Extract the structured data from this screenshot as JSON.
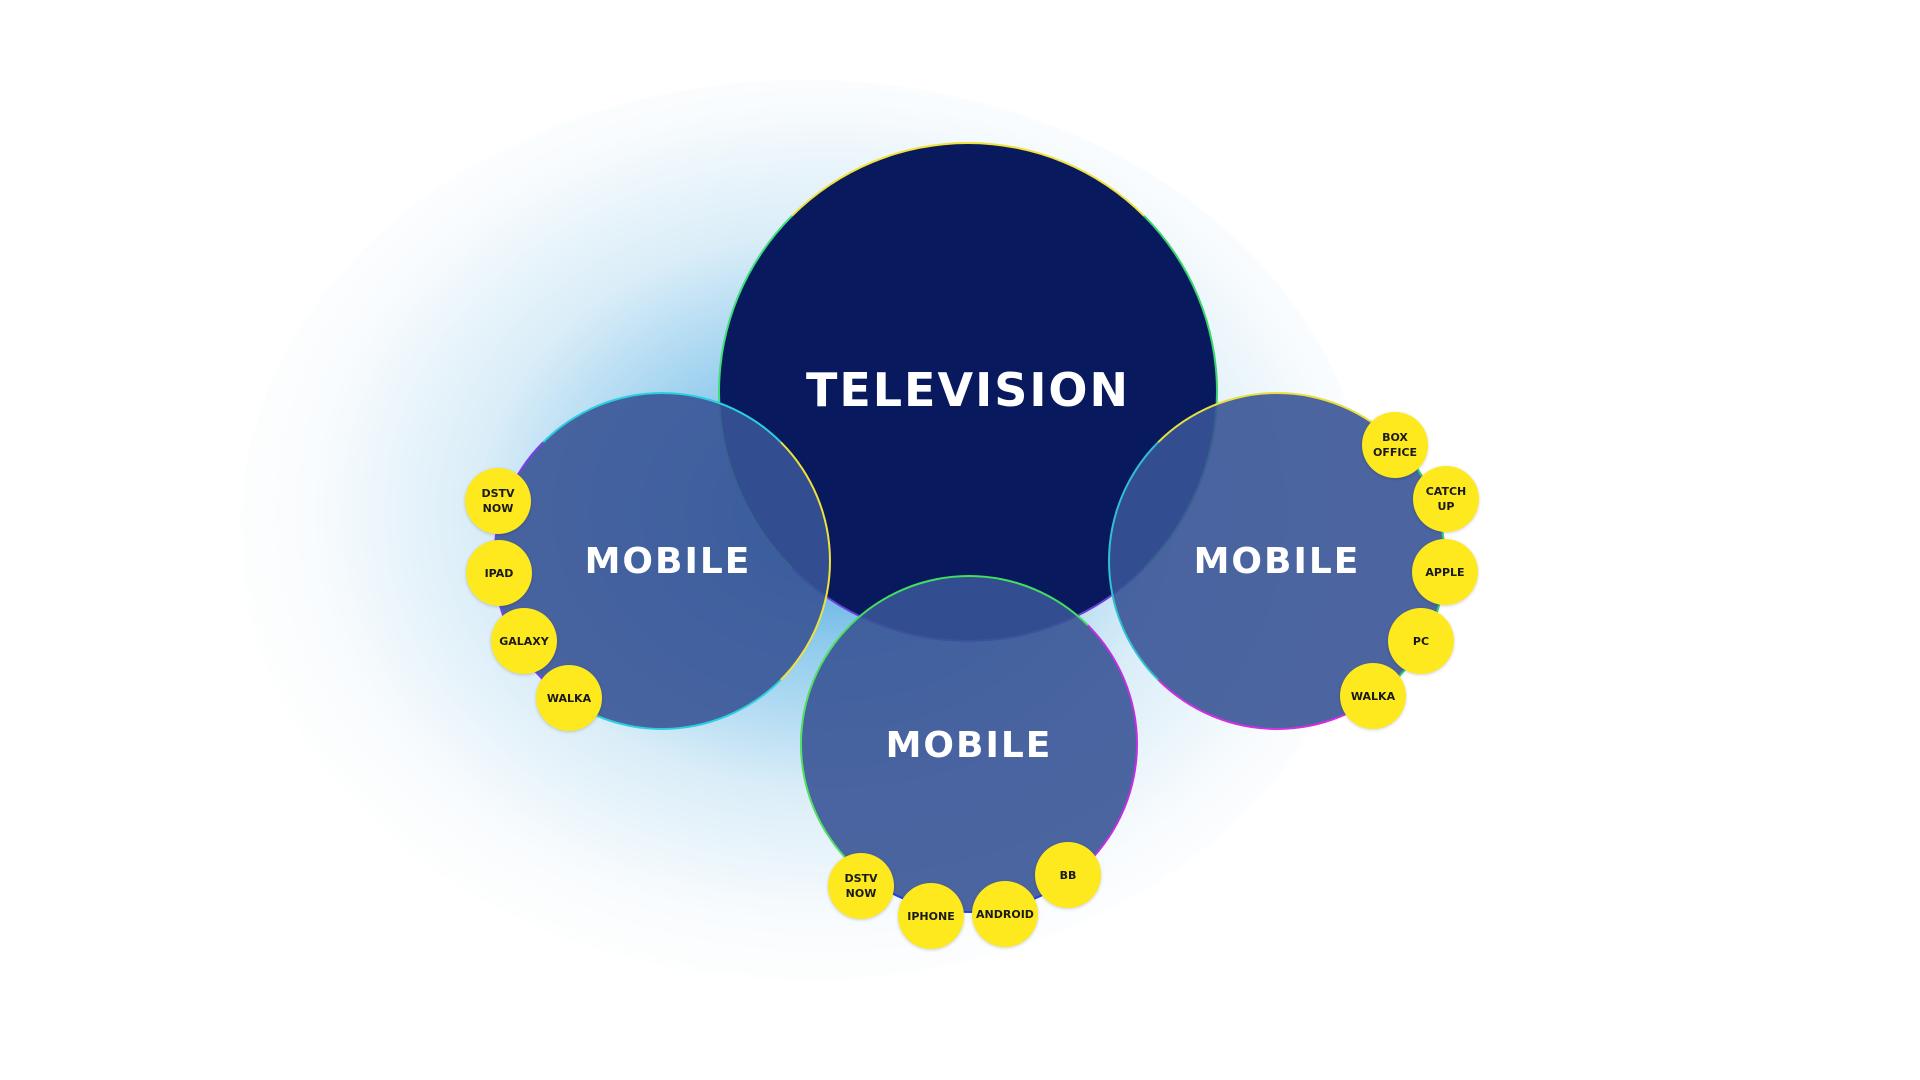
{
  "colors": {
    "television_fill": "#08195e",
    "mobile_fill": "#3854a0",
    "device_badge": "#fde91d",
    "glow": "#1b8bd6",
    "label_text": "#ffffff",
    "badge_text": "#1a1a1a"
  },
  "television": {
    "label": "TELEVISION"
  },
  "mobile_left": {
    "label": "MOBILE",
    "devices": [
      "DSTV\nNOW",
      "IPAD",
      "GALAXY",
      "WALKA"
    ]
  },
  "mobile_right": {
    "label": "MOBILE",
    "devices": [
      "BOX\nOFFICE",
      "CATCH UP",
      "APPLE",
      "PC",
      "WALKA"
    ]
  },
  "mobile_bottom": {
    "label": "MOBILE",
    "devices": [
      "DSTV\nNOW",
      "IPHONE",
      "ANDROID",
      "BB"
    ]
  }
}
